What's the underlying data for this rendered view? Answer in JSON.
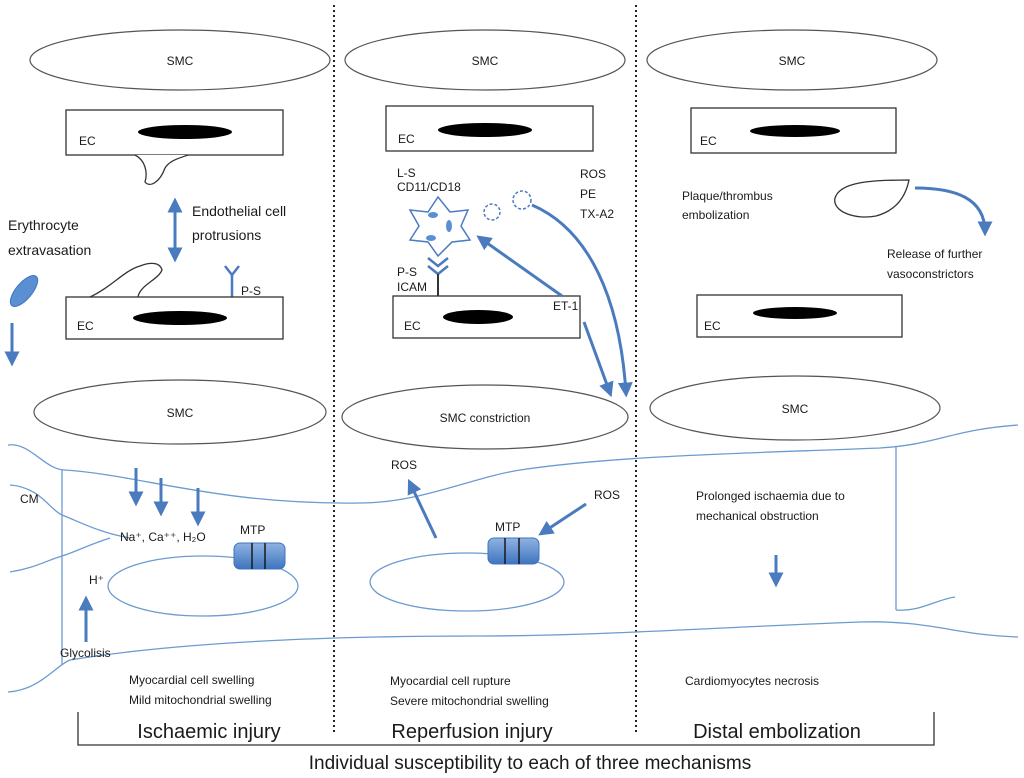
{
  "columns": {
    "ischaemic": {
      "smc_top": "SMC",
      "ec_top": "EC",
      "protrusions_line1": "Endothelial cell",
      "protrusions_line2": "protrusions",
      "erythrocyte_line1": "Erythrocyte",
      "erythrocyte_line2": "extravasation",
      "ps": "P-S",
      "ec_bottom": "EC",
      "smc_bottom": "SMC",
      "cm": "CM",
      "ions": "Na⁺, Ca⁺⁺, H₂O",
      "mtp": "MTP",
      "h_plus": "H⁺",
      "glycolysis": "Glycolisis",
      "effect_line1": "Myocardial cell swelling",
      "effect_line2": "Mild mitochondrial swelling",
      "footer": "Ischaemic injury"
    },
    "reperfusion": {
      "smc_top": "SMC",
      "ec_top": "EC",
      "ls": "L-S",
      "cd": "CD11/CD18",
      "ros_top": "ROS",
      "pe": "PE",
      "txa2": "TX-A2",
      "ps": "P-S",
      "icam": "ICAM",
      "et1": "ET-1",
      "ec_bottom": "EC",
      "smc_constriction": "SMC constriction",
      "ros_left": "ROS",
      "ros_right": "ROS",
      "mtp": "MTP",
      "effect_line1": "Myocardial cell rupture",
      "effect_line2": "Severe mitochondrial swelling",
      "footer": "Reperfusion injury"
    },
    "distal": {
      "smc_top": "SMC",
      "ec_top": "EC",
      "plaque_line1": "Plaque/thrombus",
      "plaque_line2": "embolization",
      "release_line1": "Release of further",
      "release_line2": "vasoconstrictors",
      "ec_bottom": "EC",
      "smc_bottom": "SMC",
      "prolonged_line1": "Prolonged ischaemia due to",
      "prolonged_line2": "mechanical obstruction",
      "effect": "Cardiomyocytes necrosis",
      "footer": "Distal embolization"
    }
  },
  "bottom_title": "Individual susceptibility to each of three mechanisms",
  "colors": {
    "arrow": "#4a7bbf",
    "membrane": "#6b9bd1",
    "mtp_fill": "#5b8fd4",
    "outline": "#333333",
    "divider": "#222222"
  }
}
